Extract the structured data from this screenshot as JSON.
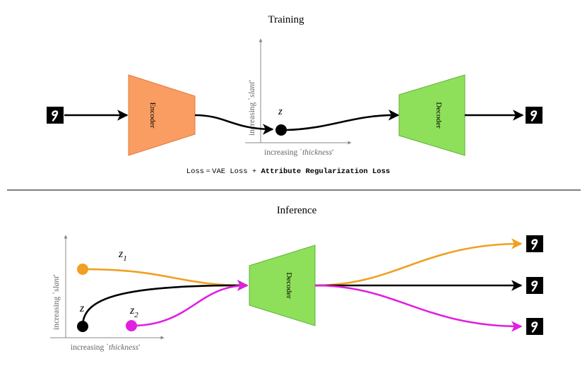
{
  "training": {
    "title": "Training",
    "encoder_label": "Encoder",
    "decoder_label": "Decoder",
    "latent_label": "z",
    "axis_y_prefix": "increasing `",
    "axis_y_attr": "slant",
    "axis_y_suffix": "'",
    "axis_x_prefix": "increasing `",
    "axis_x_attr": "thickness",
    "axis_x_suffix": "'",
    "loss": {
      "lhs": "Loss",
      "eq": " = ",
      "term1": "VAE Loss",
      "plus": " + ",
      "term2": "Attribute Regularization Loss"
    }
  },
  "inference": {
    "title": "Inference",
    "decoder_label": "Decoder",
    "z_label": "z",
    "z1_base": "z",
    "z1_sub": "1",
    "z2_base": "z",
    "z2_sub": "2",
    "axis_y_prefix": "increasing `",
    "axis_y_attr": "slant",
    "axis_y_suffix": "'",
    "axis_x_prefix": "increasing `",
    "axis_x_attr": "thickness",
    "axis_x_suffix": "'"
  },
  "colors": {
    "encoder_fill": "#fa9d62",
    "decoder_fill": "#8ee05a",
    "orange_path": "#f0a020",
    "magenta_path": "#e020e0",
    "black": "#000000",
    "axis_gray": "#888888"
  },
  "icons": [
    "digit-nine-thumbnail",
    "arrowhead"
  ]
}
